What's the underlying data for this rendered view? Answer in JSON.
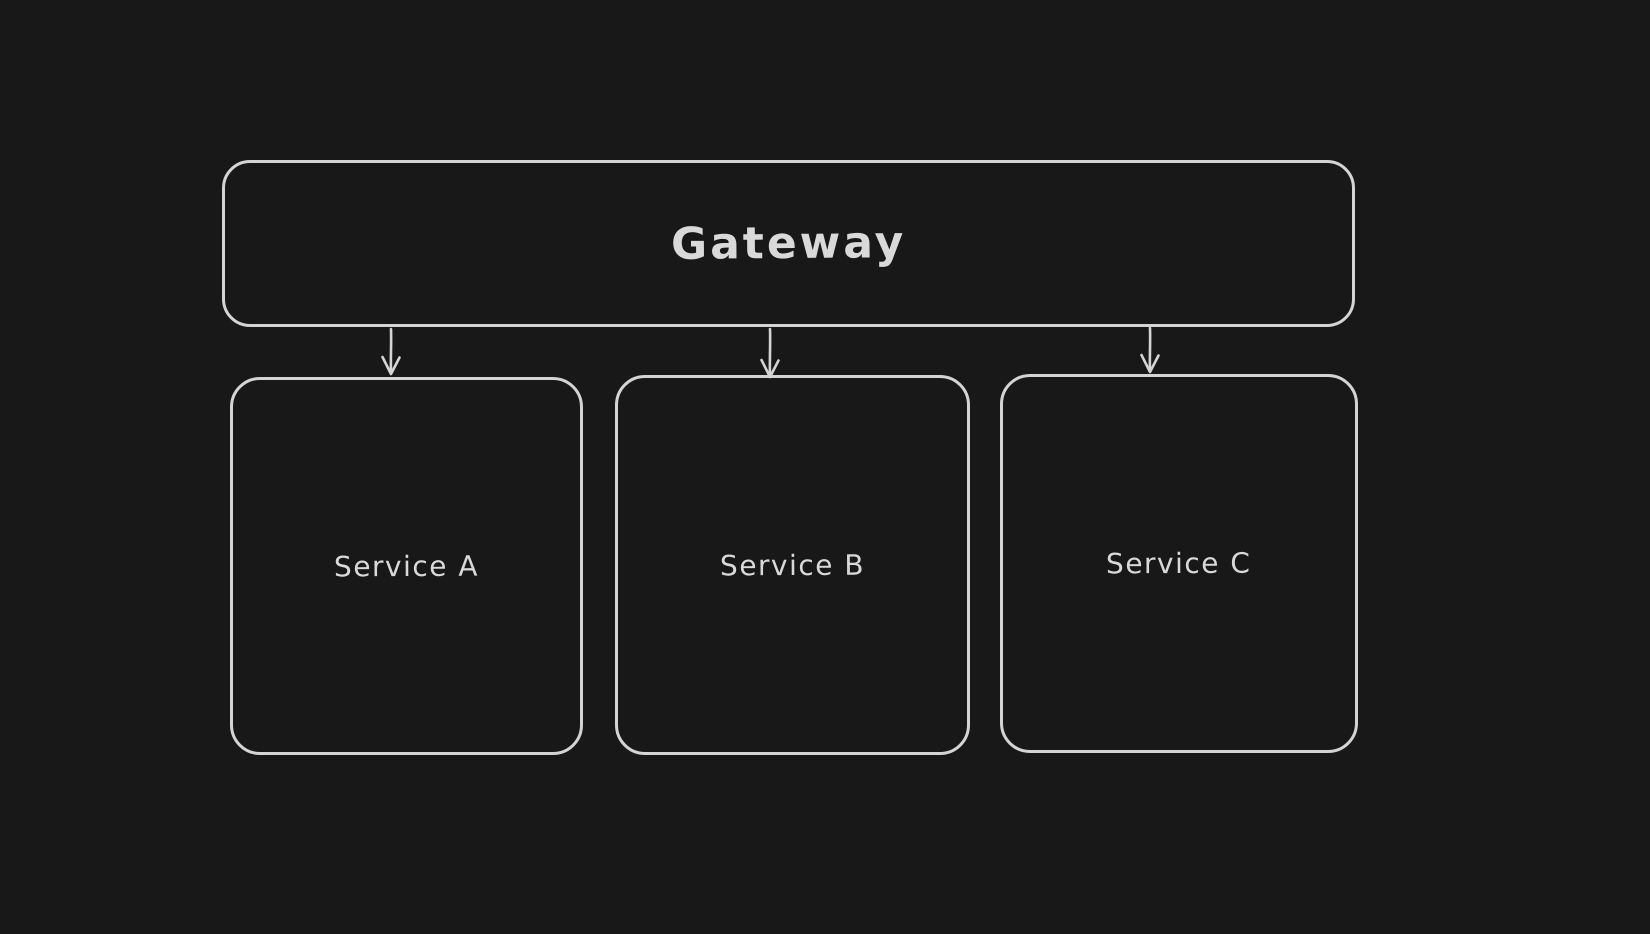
{
  "theme": {
    "canvas_bg": "#181818",
    "stroke": "#d4d4d4",
    "text": "#d9d9d9"
  },
  "diagram": {
    "type": "flowchart",
    "style": "hand-drawn",
    "nodes": [
      {
        "id": "gateway",
        "label": "Gateway",
        "shape": "rounded-rectangle"
      },
      {
        "id": "service_a",
        "label": "Service A",
        "shape": "rounded-rectangle"
      },
      {
        "id": "service_b",
        "label": "Service B",
        "shape": "rounded-rectangle"
      },
      {
        "id": "service_c",
        "label": "Service C",
        "shape": "rounded-rectangle"
      }
    ],
    "edges": [
      {
        "from": "gateway",
        "to": "service_a",
        "arrow": "down"
      },
      {
        "from": "gateway",
        "to": "service_b",
        "arrow": "down"
      },
      {
        "from": "gateway",
        "to": "service_c",
        "arrow": "down"
      }
    ]
  }
}
